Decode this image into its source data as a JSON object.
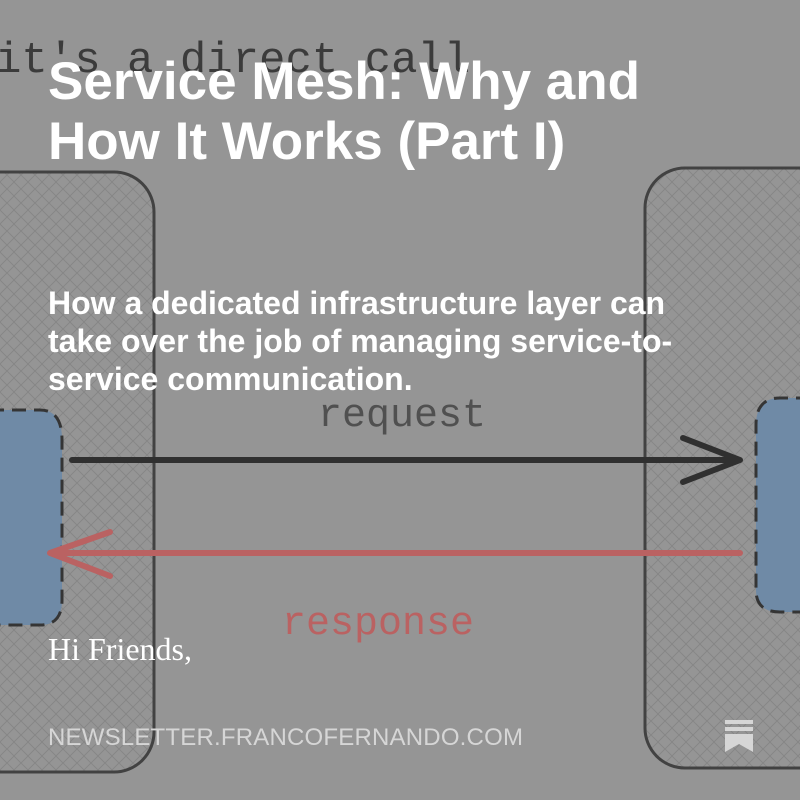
{
  "background": {
    "handwritten_header": "it's a direct call",
    "request_label": "request",
    "response_label": "response",
    "colors": {
      "grey": "#9a9a9a",
      "service_box": "#6b8db0",
      "request_arrow": "#1c1c1c",
      "response_arrow": "#c85a5a"
    }
  },
  "post": {
    "title": "Service Mesh: Why and How It Works (Part I)",
    "subtitle": "How a dedicated infrastructure layer can take over the job of managing service-to-service communication.",
    "greeting": "Hi Friends,"
  },
  "footer": {
    "domain": "NEWSLETTER.FRANCOFERNANDO.COM",
    "color": "#d6d6d6",
    "logo_icon": "substack-logo-icon"
  }
}
